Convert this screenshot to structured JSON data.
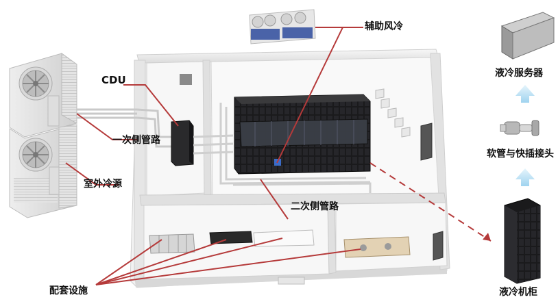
{
  "labels": {
    "cdu": "CDU",
    "primary_pipe": "一次侧管路",
    "outdoor_cooling": "室外冷源",
    "auxiliary_air": "辅助风冷",
    "secondary_pipe": "二次侧管路",
    "supporting": "配套设施",
    "server": "液冷服务器",
    "hose": "软管与快插接头",
    "cabinet": "液冷机柜"
  },
  "colors": {
    "leader_line": "#b53a3a",
    "arrow_up": "#bfe3f5",
    "floor": "#f4f4f4",
    "wall": "#e8e8e8",
    "rack": "#1c1c1e"
  },
  "icons": [
    "fan-icon",
    "arrow-up-icon"
  ]
}
